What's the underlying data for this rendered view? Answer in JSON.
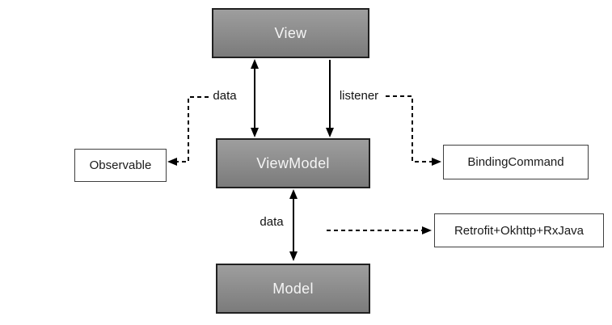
{
  "diagram": {
    "nodes": {
      "view": {
        "label": "View"
      },
      "viewmodel": {
        "label": "ViewModel"
      },
      "model": {
        "label": "Model"
      },
      "observable": {
        "label": "Observable"
      },
      "binding_command": {
        "label": "BindingCommand"
      },
      "retrofit": {
        "label": "Retrofit+Okhttp+RxJava"
      }
    },
    "edge_labels": {
      "view_viewmodel_data": "data",
      "view_viewmodel_listener": "listener",
      "viewmodel_model_data": "data"
    },
    "edges": [
      {
        "from": "View",
        "to": "ViewModel",
        "style": "solid",
        "direction": "both",
        "label": "data"
      },
      {
        "from": "View",
        "to": "ViewModel",
        "style": "solid",
        "direction": "to",
        "label": "listener"
      },
      {
        "from": "ViewModel",
        "to": "Model",
        "style": "solid",
        "direction": "both",
        "label": "data"
      },
      {
        "from": "data-label",
        "to": "Observable",
        "style": "dashed",
        "direction": "to"
      },
      {
        "from": "listener-label",
        "to": "BindingCommand",
        "style": "dashed",
        "direction": "to"
      },
      {
        "from": "ViewModel",
        "to": "Retrofit+Okhttp+RxJava",
        "style": "dashed",
        "direction": "to"
      }
    ],
    "colors": {
      "gray_node_gradient_top": "#9e9e9e",
      "gray_node_gradient_bottom": "#7b7b7b",
      "gray_node_border": "#212121",
      "gray_node_text": "#f5f5f5",
      "white_node_border": "#3f3f3f",
      "white_node_text": "#1a1a1a",
      "arrow": "#000000",
      "background": "#ffffff"
    }
  }
}
